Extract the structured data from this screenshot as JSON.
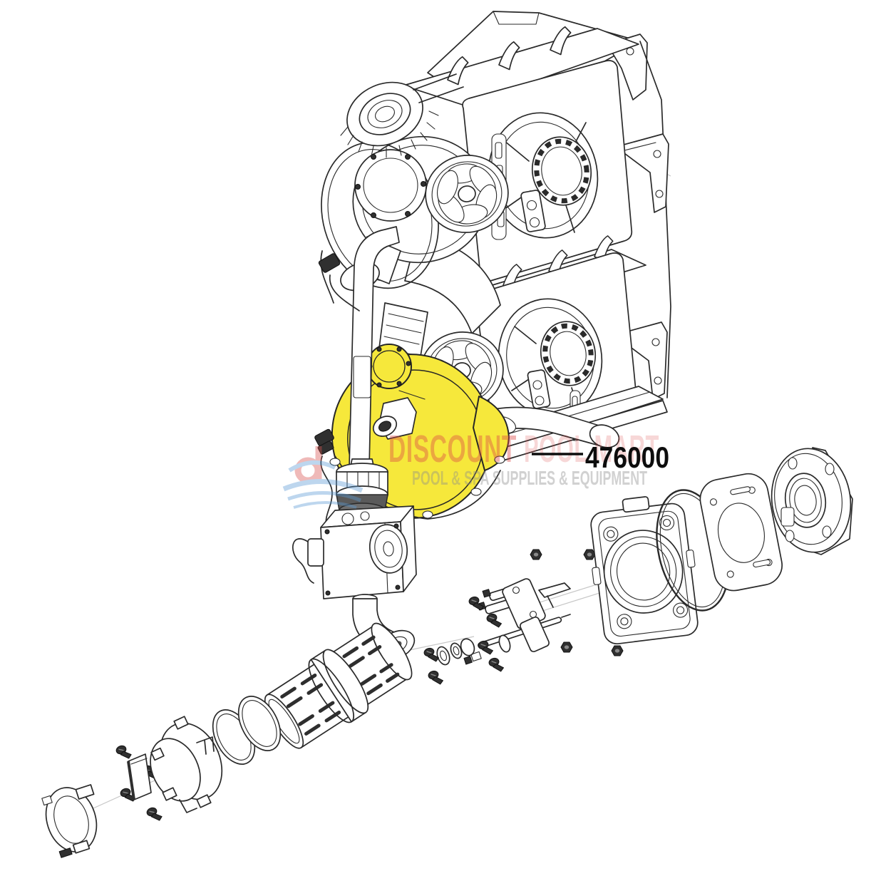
{
  "diagram": {
    "type": "exploded-parts-diagram",
    "subject": "pool heater blower and burner assembly",
    "part_label": "476000",
    "highlight_color": "#F6E83B",
    "line_color": "#2a2a2a",
    "background": "#ffffff",
    "parts": [
      "heater-body",
      "louvered-vents",
      "air-inlet-coupling-nut",
      "upper-blower-housing",
      "fan-impeller",
      "blower-mounting-plate",
      "air-intake-pipe",
      "exhaust-duct",
      "highlighted-blower-housing",
      "pipe-coupling-nut",
      "wiring-connector",
      "gas-valve",
      "gas-outlet-elbow",
      "igniter-electrode",
      "flame-sensor",
      "washers",
      "screws",
      "nuts",
      "burner-tube",
      "burner-o-rings",
      "burner-head",
      "mounting-bracket",
      "retainer-clamp",
      "burner-mounting-plate",
      "flange-o-ring",
      "flange-gasket",
      "exhaust-flange"
    ]
  },
  "watermark": {
    "brand_word_1": "DISCOUNT",
    "brand_word_2": "POOL MART",
    "tagline": "POOL & SPA SUPPLIES & EQUIPMENT",
    "brand_color": "#DC4A48",
    "tagline_color": "#8d8d8d",
    "logo_red": "#D9534F",
    "logo_blue": "#5B9BD5"
  }
}
